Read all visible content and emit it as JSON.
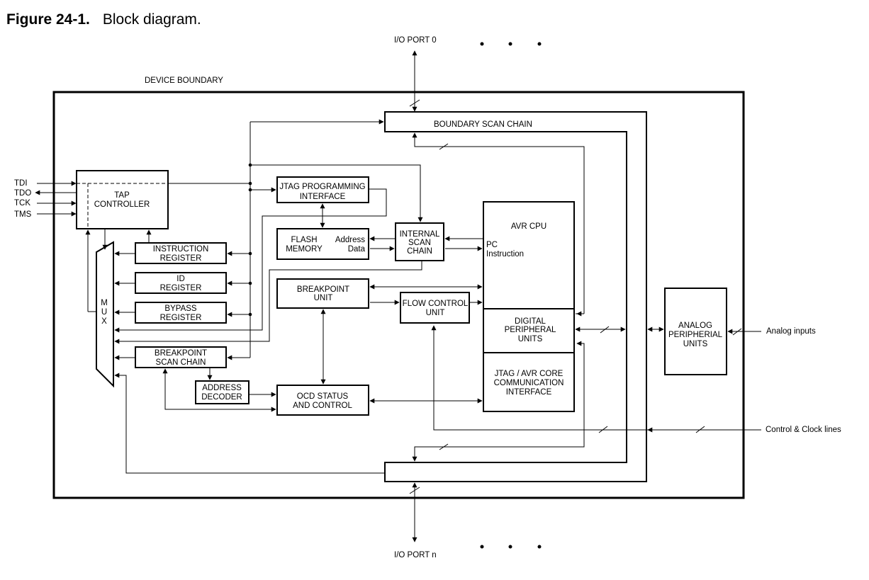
{
  "figure": {
    "number": "Figure 24-1.",
    "caption": "Block diagram."
  },
  "labels": {
    "io_port_0": "I/O PORT 0",
    "io_port_n": "I/O PORT n",
    "device_boundary": "DEVICE BOUNDARY",
    "tdi": "TDI",
    "tdo": "TDO",
    "tck": "TCK",
    "tms": "TMS",
    "analog_inputs": "Analog inputs",
    "control_clock": "Control & Clock lines",
    "address": "Address",
    "data": "Data",
    "pc": "PC",
    "instruction": "Instruction",
    "mux": [
      "M",
      "U",
      "X"
    ]
  },
  "blocks": {
    "boundary_scan": [
      "BOUNDARY SCAN CHAIN"
    ],
    "tap": [
      "TAP",
      "CONTROLLER"
    ],
    "jtag_prog": [
      "JTAG PROGRAMMING",
      "INTERFACE"
    ],
    "flash": [
      "FLASH",
      "MEMORY"
    ],
    "internal_scan": [
      "INTERNAL",
      "SCAN",
      "CHAIN"
    ],
    "avr_cpu": [
      "AVR CPU"
    ],
    "instruction_reg": [
      "INSTRUCTION",
      "REGISTER"
    ],
    "id_reg": [
      "ID",
      "REGISTER"
    ],
    "bypass_reg": [
      "BYPASS",
      "REGISTER"
    ],
    "breakpoint_unit": [
      "BREAKPOINT",
      "UNIT"
    ],
    "flow_control": [
      "FLOW CONTROL",
      "UNIT"
    ],
    "digital_periph": [
      "DIGITAL",
      "PERIPHERAL",
      "UNITS"
    ],
    "analog_periph": [
      "ANALOG",
      "PERIPHERIAL",
      "UNITS"
    ],
    "breakpoint_scan": [
      "BREAKPOINT",
      "SCAN CHAIN"
    ],
    "address_decoder": [
      "ADDRESS",
      "DECODER"
    ],
    "ocd_status": [
      "OCD STATUS",
      "AND CONTROL"
    ],
    "jtag_avr_comm": [
      "JTAG / AVR CORE",
      "COMMUNICATION",
      "INTERFACE"
    ]
  }
}
